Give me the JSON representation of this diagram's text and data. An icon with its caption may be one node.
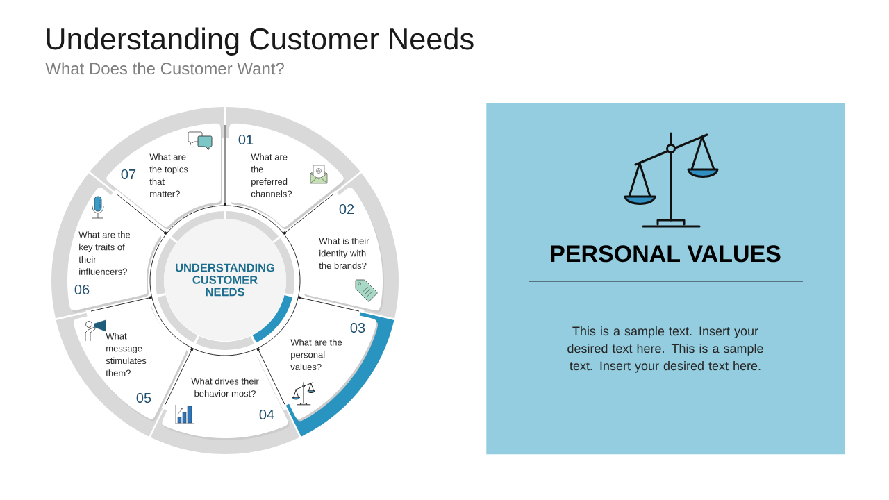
{
  "diagram": {
    "title": "Understanding Customer Needs",
    "nodes": [
      {
        "text": [
          "01",
          "What are the preferred channels?"
        ]
      },
      {
        "text": [
          "02",
          "What is their identity with the brands?"
        ]
      },
      {
        "text": [
          "03",
          "What are the personal values?"
        ]
      },
      {
        "text": [
          "What drives their behavior most?",
          "04"
        ]
      },
      {
        "text": [
          "What message stimulates them?",
          "05"
        ]
      },
      {
        "text": [
          "What are the key traits of their influencers?",
          "06"
        ]
      },
      {
        "text": [
          "07",
          "What are the topics that matter?"
        ]
      },
      {
        "text": [
          "UNDERSTANDING CUSTOMER NEEDS"
        ]
      },
      {
        "text": [
          "PERSONAL VALUES",
          "This is a sample text. Insert your desired text here. This is a sample text. Insert your desired text here."
        ]
      }
    ],
    "labels": [
      "What Does the Customer Want?"
    ]
  }
}
